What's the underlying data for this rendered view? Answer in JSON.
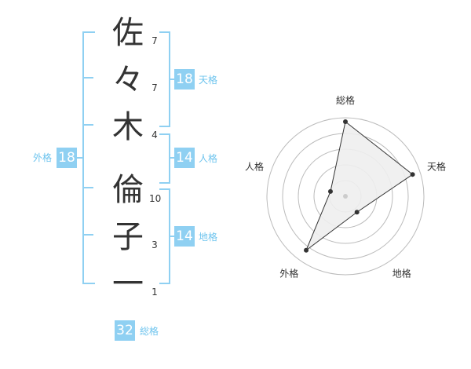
{
  "name_chars": [
    "佐",
    "々",
    "木",
    "倫",
    "子",
    "一"
  ],
  "strokes": [
    "7",
    "7",
    "4",
    "10",
    "3",
    "1"
  ],
  "fortune": {
    "tenkaku": {
      "label": "天格",
      "value": "18"
    },
    "jinkaku": {
      "label": "人格",
      "value": "14"
    },
    "chikaku": {
      "label": "地格",
      "value": "14"
    },
    "gaikaku": {
      "label": "外格",
      "value": "18"
    },
    "soukaku": {
      "label": "総格",
      "value": "32"
    }
  },
  "chart_data": {
    "type": "radar",
    "axes": [
      "総格",
      "天格",
      "地格",
      "外格",
      "人格"
    ],
    "values": [
      0.95,
      0.9,
      0.25,
      0.85,
      0.2
    ],
    "rings": 5,
    "colors": {
      "fill": "#eeeeee",
      "stroke": "#333333",
      "grid": "#bbbbbb",
      "accent": "#8fd0f2"
    }
  }
}
